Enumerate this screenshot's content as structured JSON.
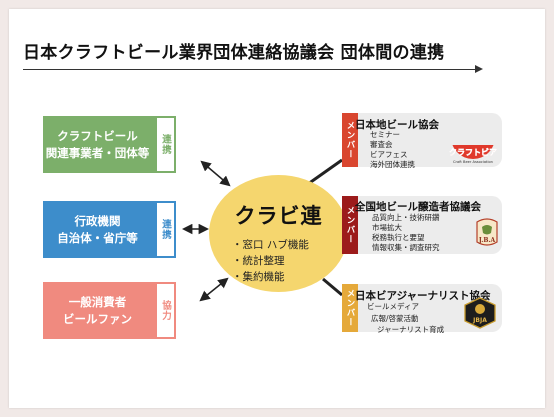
{
  "title": "日本クラフトビール業界団体連絡協議会 団体間の連携",
  "left_boxes": [
    {
      "lines": [
        "クラフトビール",
        "関連事業者・団体等"
      ],
      "tag": "連携",
      "color": "#7caf6a"
    },
    {
      "lines": [
        "行政機関",
        "自治体・省庁等"
      ],
      "tag": "連携",
      "color": "#3d8dcb"
    },
    {
      "lines": [
        "一般消費者",
        "ビールファン"
      ],
      "tag": "協力",
      "color": "#f08a7f"
    }
  ],
  "center": {
    "name": "クラビ連",
    "functions": [
      "・窓口 ハブ機能",
      "・統計整理",
      "・集約機能"
    ],
    "color": "#f5d66e"
  },
  "members": [
    {
      "tag": "メンバー",
      "name": "日本地ビール協会",
      "items": [
        "セミナー",
        "審査会",
        "ビアフェス",
        "海外団体連携"
      ],
      "logo_text": "クラフトビア",
      "logo_subtext": "Craft Beer Association",
      "tag_color": "#d9462f"
    },
    {
      "tag": "メンバー",
      "name": "全国地ビール醸造者協議会",
      "items": [
        "品質向上・技術研鑽",
        "市場拡大",
        "税務執行と要望",
        "情報収集・調査研究"
      ],
      "logo_text": "J.B.A",
      "tag_color": "#9c1b1b"
    },
    {
      "tag": "メンバー",
      "name": "日本ビアジャーナリスト協会",
      "items": [
        "ビールメディア",
        "広報/啓蒙活動",
        "ジャーナリスト育成"
      ],
      "logo_text": "JBJA",
      "tag_color": "#e5a93a"
    }
  ]
}
